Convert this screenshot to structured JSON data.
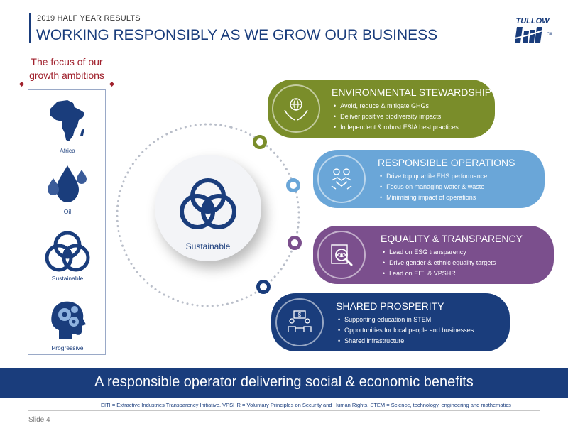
{
  "header": {
    "subtitle": "2019 HALF YEAR RESULTS",
    "title": "WORKING RESPONSIBLY AS WE GROW OUR BUSINESS",
    "logo_text": "TULLOW",
    "logo_mark": "Oil"
  },
  "focus": {
    "title": "The focus of our growth ambitions",
    "items": [
      {
        "label": "Africa",
        "icon": "africa-map-icon"
      },
      {
        "label": "Oil",
        "icon": "oil-drops-icon"
      },
      {
        "label": "Sustainable",
        "icon": "interlocking-rings-icon"
      },
      {
        "label": "Progressive",
        "icon": "head-gears-icon"
      }
    ]
  },
  "center": {
    "label": "Sustainable",
    "icon": "interlocking-rings-icon"
  },
  "pillars": [
    {
      "title": "ENVIRONMENTAL STEWARDSHIP",
      "color": "#7a8d2a",
      "icon": "hands-globe-icon",
      "bullets": [
        "Avoid, reduce & mitigate GHGs",
        "Deliver positive biodiversity impacts",
        "Independent & robust ESIA best practices"
      ]
    },
    {
      "title": "RESPONSIBLE OPERATIONS",
      "color": "#6aa6d8",
      "icon": "handshake-people-icon",
      "bullets": [
        "Drive top quartile EHS performance",
        "Focus on managing water &  waste",
        "Minimising impact of operations"
      ]
    },
    {
      "title": "EQUALITY & TRANSPARENCY",
      "color": "#7b4f8d",
      "icon": "magnifier-eye-icon",
      "bullets": [
        "Lead on ESG transparency",
        "Drive gender & ethnic equality targets",
        "Lead on EITI & VPSHR"
      ]
    },
    {
      "title": "SHARED PROSPERITY",
      "color": "#1a3d7c",
      "icon": "people-meeting-icon",
      "bullets": [
        "Supporting education in STEM",
        "Opportunities for local people and businesses",
        "Shared infrastructure"
      ]
    }
  ],
  "footer": {
    "banner": "A responsible operator delivering social & economic benefits",
    "footnote": "EITI = Extractive Industries Transparency Initiative. VPSHR = Voluntary Principles on Security and Human Rights. STEM = Science, technology, engineering and mathematics",
    "slide": "Slide 4"
  }
}
